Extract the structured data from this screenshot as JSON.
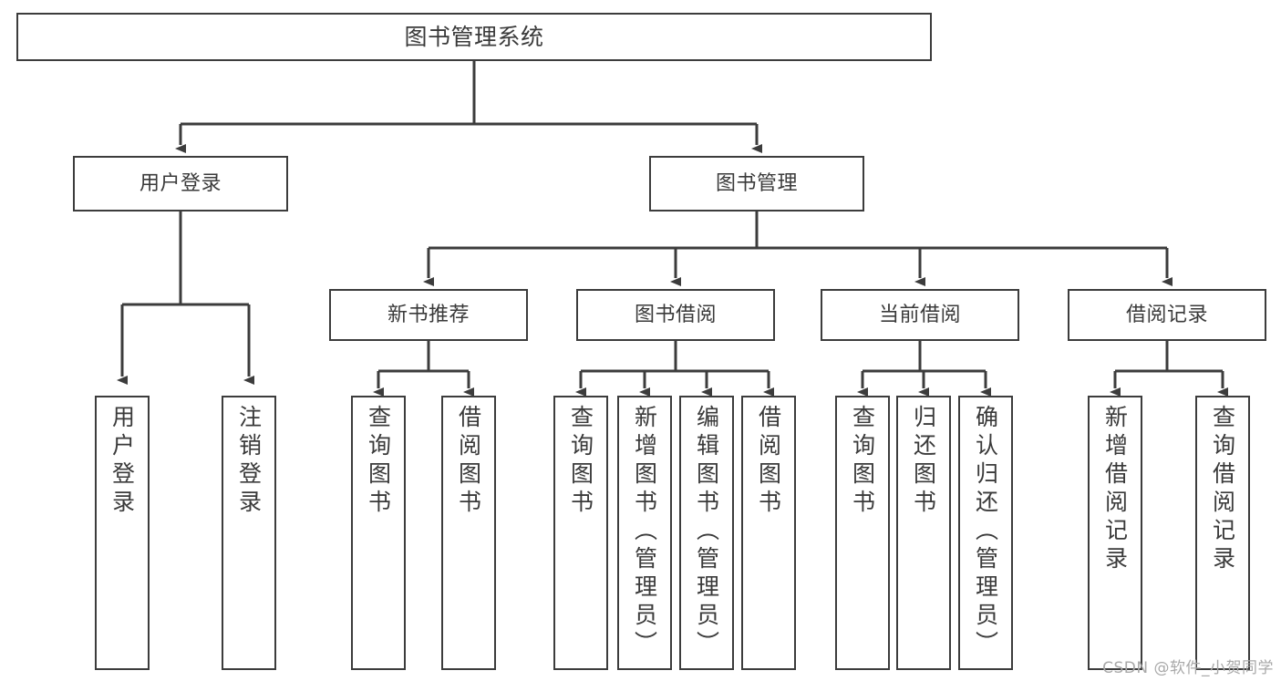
{
  "diagram": {
    "title": "图书管理系统",
    "watermark": "CSDN @软件_小贺同学",
    "colors": {
      "stroke": "#3c3c3c",
      "fill": "#ffffff",
      "text": "#3a3a3a",
      "watermark": "#a9a9a9"
    },
    "nodes": {
      "root": {
        "label": "图书管理系统"
      },
      "tier2": [
        {
          "id": "user-login",
          "label": "用户登录"
        },
        {
          "id": "book-manage",
          "label": "图书管理"
        }
      ],
      "tier3": [
        {
          "id": "new-book-recommend",
          "label": "新书推荐"
        },
        {
          "id": "book-borrow",
          "label": "图书借阅"
        },
        {
          "id": "current-borrow",
          "label": "当前借阅"
        },
        {
          "id": "borrow-record",
          "label": "借阅记录"
        }
      ],
      "leaves": {
        "user-login": [
          {
            "id": "leaf-user-login",
            "label": "用户登录"
          },
          {
            "id": "leaf-logout",
            "label": "注销登录"
          }
        ],
        "new-book-recommend": [
          {
            "id": "leaf-query-book-1",
            "label": "查询图书"
          },
          {
            "id": "leaf-borrow-book-1",
            "label": "借阅图书"
          }
        ],
        "book-borrow": [
          {
            "id": "leaf-query-book-2",
            "label": "查询图书"
          },
          {
            "id": "leaf-add-book",
            "label": "新增图书（管理员）"
          },
          {
            "id": "leaf-edit-book",
            "label": "编辑图书（管理员）"
          },
          {
            "id": "leaf-borrow-book-2",
            "label": "借阅图书"
          }
        ],
        "current-borrow": [
          {
            "id": "leaf-query-book-3",
            "label": "查询图书"
          },
          {
            "id": "leaf-return-book",
            "label": "归还图书"
          },
          {
            "id": "leaf-confirm-return",
            "label": "确认归还（管理员）"
          }
        ],
        "borrow-record": [
          {
            "id": "leaf-add-record",
            "label": "新增借阅记录"
          },
          {
            "id": "leaf-query-record",
            "label": "查询借阅记录"
          }
        ]
      }
    }
  }
}
